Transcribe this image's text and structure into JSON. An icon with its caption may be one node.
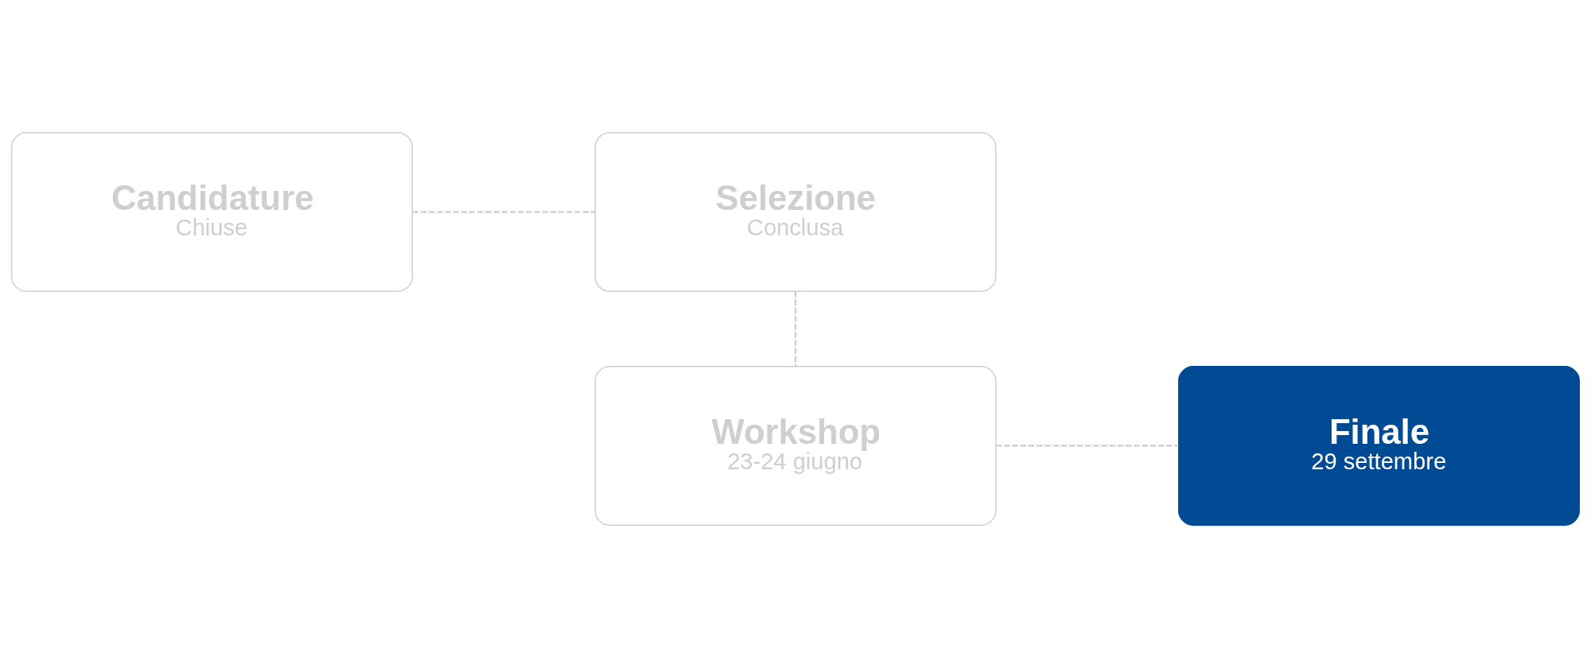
{
  "diagram": {
    "nodes": [
      {
        "text": [
          "Candidature",
          "Chiuse"
        ]
      },
      {
        "text": [
          "Selezione",
          "Conclusa"
        ]
      },
      {
        "text": [
          "Workshop",
          "23-24 giugno"
        ]
      },
      {
        "text": [
          "Finale",
          "29 settembre"
        ]
      }
    ],
    "edges": [
      {
        "from": 0,
        "to": 1,
        "arrow": "none",
        "style": "dashed"
      },
      {
        "from": 1,
        "to": 2,
        "arrow": "none",
        "style": "dashed"
      },
      {
        "from": 2,
        "to": 3,
        "arrow": "none",
        "style": "dashed"
      }
    ]
  }
}
